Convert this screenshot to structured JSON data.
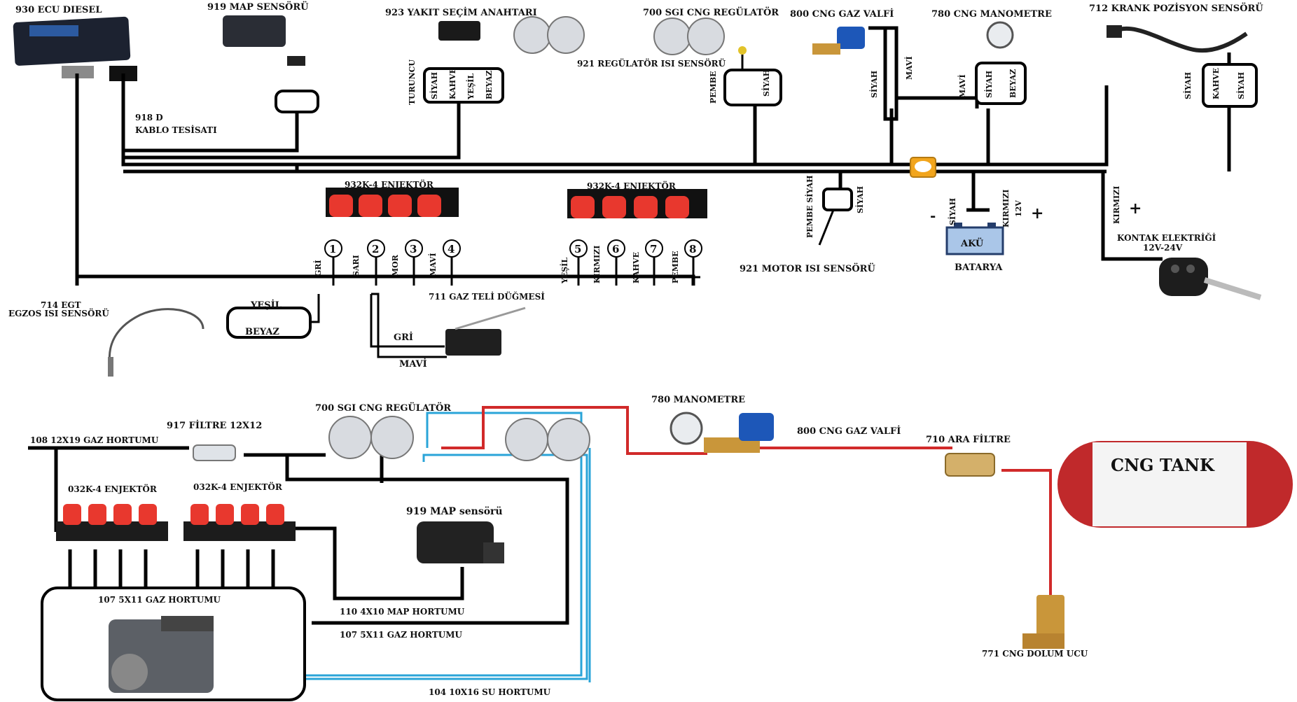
{
  "electrical": {
    "ecu": "930 ECU DIESEL",
    "map_sensor": "919 MAP SENSÖRÜ",
    "harness": "918 D",
    "harness_sub": "KABLO TESİSATI",
    "selector": "923 YAKIT SEÇİM ANAHTARI",
    "regulator": "700 SGI CNG REGÜLATÖR",
    "reg_temp": "921 REGÜLATÖR ISI SENSÖRÜ",
    "gas_valve": "800 CNG GAZ VALFİ",
    "manometer": "780 CNG MANOMETRE",
    "crank": "712 KRANK POZİSYON SENSÖRÜ",
    "injector_a": "932K-4 ENJEKTÖR",
    "injector_b": "932K-4 ENJEKTÖR",
    "motor_temp": "921 MOTOR ISI SENSÖRÜ",
    "battery": "BATARYA",
    "battery_label": "AKÜ",
    "ignition": "KONTAK ELEKTRİĞİ",
    "ignition_v": "12V-24V",
    "egt": "714 EGT",
    "egt_sub": "EGZOS ISI SENSÖRÜ",
    "throttle": "711 GAZ TELİ DÜĞMESİ"
  },
  "wire_labels": {
    "turuncu": "TURUNCU",
    "siyah": "SİYAH",
    "kahve": "KAHVE",
    "yesil": "YEŞİL",
    "beyaz": "BEYAZ",
    "pembe": "PEMBE",
    "mavi": "MAVİ",
    "gri": "GRİ",
    "sari": "SARI",
    "mor": "MOR",
    "kirmizi": "KIRMIZI",
    "pembe_siyah": "PEMBE SİYAH",
    "v12": "12V",
    "plus": "+",
    "minus": "-"
  },
  "injector_numbers": [
    "1",
    "2",
    "3",
    "4",
    "5",
    "6",
    "7",
    "8"
  ],
  "injector_wires_a": [
    "GRİ",
    "SARI",
    "MOR",
    "MAVİ"
  ],
  "injector_wires_b": [
    "YEŞİL",
    "KIRMIZI",
    "KAHVE",
    "PEMBE"
  ],
  "gas": {
    "regulator": "700 SGI CNG REGÜLATÖR",
    "filter": "917 FİLTRE 12X12",
    "hose_108": "108 12X19 GAZ HORTUMU",
    "injector_a": "032K-4 ENJEKTÖR",
    "injector_b": "032K-4 ENJEKTÖR",
    "map_sensor": "919 MAP sensörü",
    "hose_107a": "107 5X11 GAZ HORTUMU",
    "hose_110": "110 4X10 MAP HORTUMU",
    "hose_107b": "107 5X11 GAZ HORTUMU",
    "hose_104": "104 10X16 SU HORTUMU",
    "manometer": "780 MANOMETRE",
    "gas_valve": "800 CNG GAZ VALFİ",
    "filter_710": "710 ARA FİLTRE",
    "tank": "CNG  TANK",
    "fill": "771 CNG DOLUM UCU"
  },
  "colors": {
    "wire": "#000000",
    "gas_line": "#d12a2a",
    "water_line": "#2aa4d8",
    "injector": "#e8382e",
    "valve": "#1d57b8",
    "brass": "#c9963a",
    "tank": "#c0292b"
  }
}
